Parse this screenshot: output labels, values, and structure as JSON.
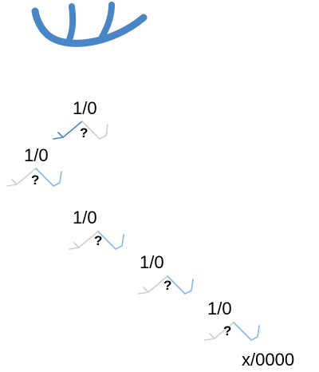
{
  "colors": {
    "blue": "#4a86c5",
    "light_blue": "#8ab8e6",
    "gray": "#cfcfcf"
  },
  "icons": {
    "top": "bowl-stroke-icon",
    "branch": "branch-arrow-icon"
  },
  "nodes": [
    {
      "label": "1/0",
      "question": "?"
    },
    {
      "label": "1/0",
      "question": "?"
    },
    {
      "label": "1/0",
      "question": "?"
    },
    {
      "label": "1/0",
      "question": "?"
    },
    {
      "label": "1/0",
      "question": "?"
    }
  ],
  "end_label": "x/0000"
}
